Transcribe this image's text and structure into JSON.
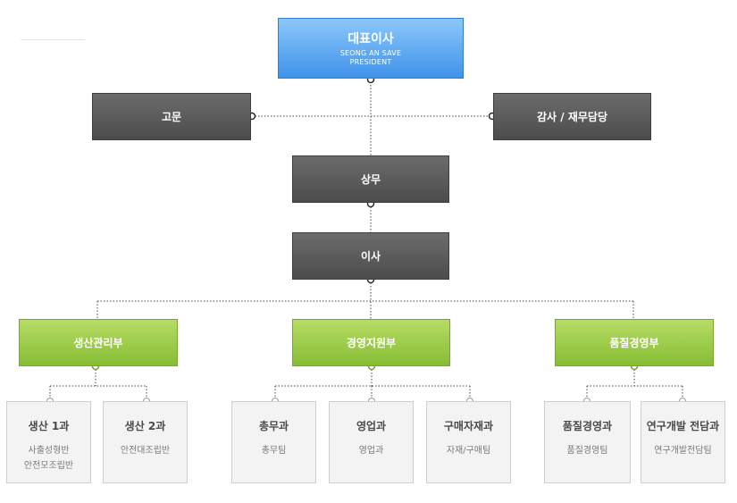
{
  "ceo": {
    "title": "대표이사",
    "sub1": "SEONG AN SAVE",
    "sub2": "PRESIDENT"
  },
  "advisor": "고문",
  "auditor": "감사 / 재무담당",
  "managing_director": "상무",
  "director": "이사",
  "divisions": [
    "생산관리부",
    "경영지원부",
    "품질경영부"
  ],
  "teams": [
    {
      "name": "생산 1과",
      "subs": [
        "사출성형반",
        "안전모조립반"
      ]
    },
    {
      "name": "생산 2과",
      "subs": [
        "안전대조립반"
      ]
    },
    {
      "name": "총무과",
      "subs": [
        "총무팀"
      ]
    },
    {
      "name": "영업과",
      "subs": [
        "영업과"
      ]
    },
    {
      "name": "구매자재과",
      "subs": [
        "자재/구매팀"
      ]
    },
    {
      "name": "품질경영과",
      "subs": [
        "품질경영팀"
      ]
    },
    {
      "name": "연구개발 전담과",
      "subs": [
        "연구개발전담팀"
      ]
    }
  ],
  "colors": {
    "ceo": "#3f93ea",
    "executive": "#5a5a5a",
    "division": "#86bd33",
    "team_bg": "#f3f3f3",
    "connector": "#333333",
    "node_ring": "#2a2a2a"
  }
}
